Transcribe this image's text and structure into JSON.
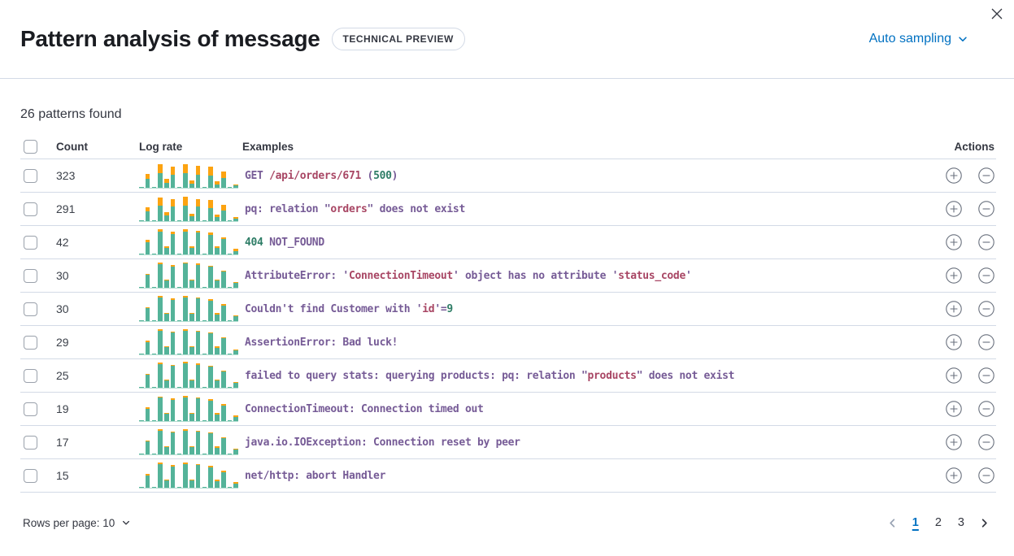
{
  "header": {
    "title": "Pattern analysis of message",
    "badge": "TECHNICAL PREVIEW",
    "sampling_label": "Auto sampling"
  },
  "summary": "26 patterns found",
  "table": {
    "columns": {
      "count": "Count",
      "log_rate": "Log rate",
      "examples": "Examples",
      "actions": "Actions"
    },
    "rows": [
      {
        "count": "323",
        "example": [
          [
            "GET ",
            "d"
          ],
          [
            "/api/orders/671",
            "s"
          ],
          [
            " (",
            "d"
          ],
          [
            "500",
            "n"
          ],
          [
            ")",
            "d"
          ]
        ],
        "bars": [
          [
            3,
            0
          ],
          [
            35,
            18
          ],
          [
            4,
            0
          ],
          [
            55,
            35
          ],
          [
            20,
            14
          ],
          [
            50,
            32
          ],
          [
            4,
            0
          ],
          [
            55,
            37
          ],
          [
            15,
            12
          ],
          [
            50,
            34
          ],
          [
            3,
            0
          ],
          [
            46,
            34
          ],
          [
            14,
            10
          ],
          [
            36,
            26
          ],
          [
            4,
            0
          ],
          [
            8,
            6
          ]
        ]
      },
      {
        "count": "291",
        "example": [
          [
            "pq: relation \"",
            "d"
          ],
          [
            "orders",
            "s"
          ],
          [
            "\" does not exist",
            "d"
          ]
        ],
        "bars": [
          [
            3,
            0
          ],
          [
            38,
            16
          ],
          [
            4,
            0
          ],
          [
            60,
            30
          ],
          [
            22,
            12
          ],
          [
            55,
            28
          ],
          [
            4,
            0
          ],
          [
            60,
            33
          ],
          [
            18,
            10
          ],
          [
            55,
            30
          ],
          [
            3,
            0
          ],
          [
            50,
            30
          ],
          [
            16,
            9
          ],
          [
            40,
            22
          ],
          [
            4,
            0
          ],
          [
            10,
            5
          ]
        ]
      },
      {
        "count": "42",
        "example": [
          [
            "404",
            "n"
          ],
          [
            " NOT_FOUND",
            "d"
          ]
        ],
        "bars": [
          [
            3,
            0
          ],
          [
            48,
            8
          ],
          [
            3,
            0
          ],
          [
            88,
            8
          ],
          [
            26,
            6
          ],
          [
            78,
            10
          ],
          [
            4,
            0
          ],
          [
            86,
            12
          ],
          [
            25,
            6
          ],
          [
            84,
            8
          ],
          [
            3,
            0
          ],
          [
            76,
            8
          ],
          [
            25,
            6
          ],
          [
            58,
            8
          ],
          [
            3,
            0
          ],
          [
            14,
            8
          ]
        ]
      },
      {
        "count": "30",
        "example": [
          [
            "AttributeError: '",
            "d"
          ],
          [
            "ConnectionTimeout",
            "s"
          ],
          [
            "' object has no attribute '",
            "d"
          ],
          [
            "status_code",
            "s"
          ],
          [
            "'",
            "d"
          ]
        ],
        "bars": [
          [
            3,
            0
          ],
          [
            50,
            4
          ],
          [
            3,
            0
          ],
          [
            92,
            5
          ],
          [
            28,
            4
          ],
          [
            82,
            5
          ],
          [
            4,
            0
          ],
          [
            93,
            5
          ],
          [
            28,
            4
          ],
          [
            88,
            5
          ],
          [
            3,
            0
          ],
          [
            80,
            5
          ],
          [
            27,
            4
          ],
          [
            62,
            5
          ],
          [
            3,
            0
          ],
          [
            20,
            3
          ]
        ]
      },
      {
        "count": "30",
        "example": [
          [
            "Couldn't find Customer with '",
            "d"
          ],
          [
            "id",
            "s"
          ],
          [
            "'=",
            "d"
          ],
          [
            "9",
            "n"
          ]
        ],
        "bars": [
          [
            3,
            0
          ],
          [
            49,
            5
          ],
          [
            3,
            0
          ],
          [
            90,
            6
          ],
          [
            27,
            4
          ],
          [
            81,
            6
          ],
          [
            4,
            0
          ],
          [
            91,
            6
          ],
          [
            27,
            5
          ],
          [
            86,
            5
          ],
          [
            3,
            0
          ],
          [
            79,
            6
          ],
          [
            26,
            4
          ],
          [
            60,
            5
          ],
          [
            3,
            0
          ],
          [
            18,
            4
          ]
        ]
      },
      {
        "count": "29",
        "example": [
          [
            "AssertionError: Bad luck!",
            "d"
          ]
        ],
        "bars": [
          [
            3,
            0
          ],
          [
            47,
            6
          ],
          [
            3,
            0
          ],
          [
            91,
            5
          ],
          [
            28,
            4
          ],
          [
            83,
            6
          ],
          [
            4,
            0
          ],
          [
            92,
            6
          ],
          [
            27,
            4
          ],
          [
            87,
            5
          ],
          [
            3,
            0
          ],
          [
            80,
            5
          ],
          [
            26,
            4
          ],
          [
            61,
            5
          ],
          [
            3,
            0
          ],
          [
            16,
            4
          ]
        ]
      },
      {
        "count": "25",
        "example": [
          [
            "failed to query stats: querying products: pq: relation \"",
            "d"
          ],
          [
            "products",
            "s"
          ],
          [
            "\" does not exist",
            "d"
          ]
        ],
        "bars": [
          [
            3,
            0
          ],
          [
            50,
            4
          ],
          [
            3,
            0
          ],
          [
            92,
            5
          ],
          [
            27,
            4
          ],
          [
            83,
            6
          ],
          [
            4,
            0
          ],
          [
            93,
            7
          ],
          [
            28,
            4
          ],
          [
            88,
            5
          ],
          [
            3,
            0
          ],
          [
            81,
            5
          ],
          [
            27,
            4
          ],
          [
            62,
            5
          ],
          [
            3,
            0
          ],
          [
            19,
            4
          ]
        ]
      },
      {
        "count": "19",
        "example": [
          [
            "ConnectionTimeout: Connection timed out",
            "d"
          ]
        ],
        "bars": [
          [
            3,
            0
          ],
          [
            48,
            5
          ],
          [
            3,
            0
          ],
          [
            90,
            5
          ],
          [
            27,
            4
          ],
          [
            82,
            5
          ],
          [
            4,
            0
          ],
          [
            91,
            6
          ],
          [
            27,
            4
          ],
          [
            86,
            5
          ],
          [
            3,
            0
          ],
          [
            79,
            5
          ],
          [
            26,
            4
          ],
          [
            60,
            5
          ],
          [
            3,
            0
          ],
          [
            17,
            4
          ]
        ]
      },
      {
        "count": "17",
        "example": [
          [
            "java.io.IOException: Connection reset by peer",
            "d"
          ]
        ],
        "bars": [
          [
            3,
            0
          ],
          [
            49,
            5
          ],
          [
            3,
            0
          ],
          [
            91,
            6
          ],
          [
            28,
            4
          ],
          [
            83,
            5
          ],
          [
            4,
            0
          ],
          [
            92,
            6
          ],
          [
            27,
            4
          ],
          [
            87,
            5
          ],
          [
            3,
            0
          ],
          [
            80,
            5
          ],
          [
            26,
            4
          ],
          [
            61,
            5
          ],
          [
            3,
            0
          ],
          [
            18,
            4
          ]
        ]
      },
      {
        "count": "15",
        "example": [
          [
            "net/http: abort Handler",
            "d"
          ]
        ],
        "bars": [
          [
            3,
            0
          ],
          [
            48,
            6
          ],
          [
            3,
            0
          ],
          [
            90,
            6
          ],
          [
            27,
            4
          ],
          [
            82,
            6
          ],
          [
            4,
            0
          ],
          [
            91,
            7
          ],
          [
            27,
            4
          ],
          [
            86,
            6
          ],
          [
            3,
            0
          ],
          [
            79,
            6
          ],
          [
            26,
            4
          ],
          [
            60,
            6
          ],
          [
            3,
            0
          ],
          [
            17,
            4
          ]
        ]
      }
    ]
  },
  "footer": {
    "rows_per_page_label": "Rows per page: 10",
    "pagination": {
      "pages": [
        "1",
        "2",
        "3"
      ],
      "active": "1"
    }
  },
  "colors": {
    "accent": "#0071c2",
    "codeDefault": "#765b96",
    "codeString": "#a84664",
    "codeNumber": "#2e7d66",
    "barTeal": "#54b399",
    "barOrange": "#fca311",
    "divider": "#d3dae6"
  }
}
